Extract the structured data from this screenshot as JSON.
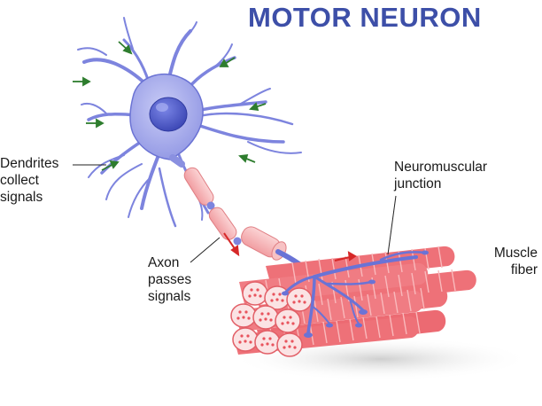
{
  "title": "MOTOR NEURON",
  "labels": {
    "dendrites": "Dendrites\ncollect\nsignals",
    "axon": "Axon\npasses\nsignals",
    "neuromuscular_junction": "Neuromuscular\njunction",
    "muscle_fiber": "Muscle\nfiber"
  },
  "colors": {
    "title": "#3d4fa8",
    "neuron_body": "#8f95e3",
    "neuron_outline": "#5a64c8",
    "nucleus": "#4a56c4",
    "myelin": "#f5b8ba",
    "muscle": "#ee6b73",
    "muscle_light": "#f7a3a8",
    "signal_arrow_in": "#2e7d2e",
    "signal_arrow_out": "#d62828"
  }
}
